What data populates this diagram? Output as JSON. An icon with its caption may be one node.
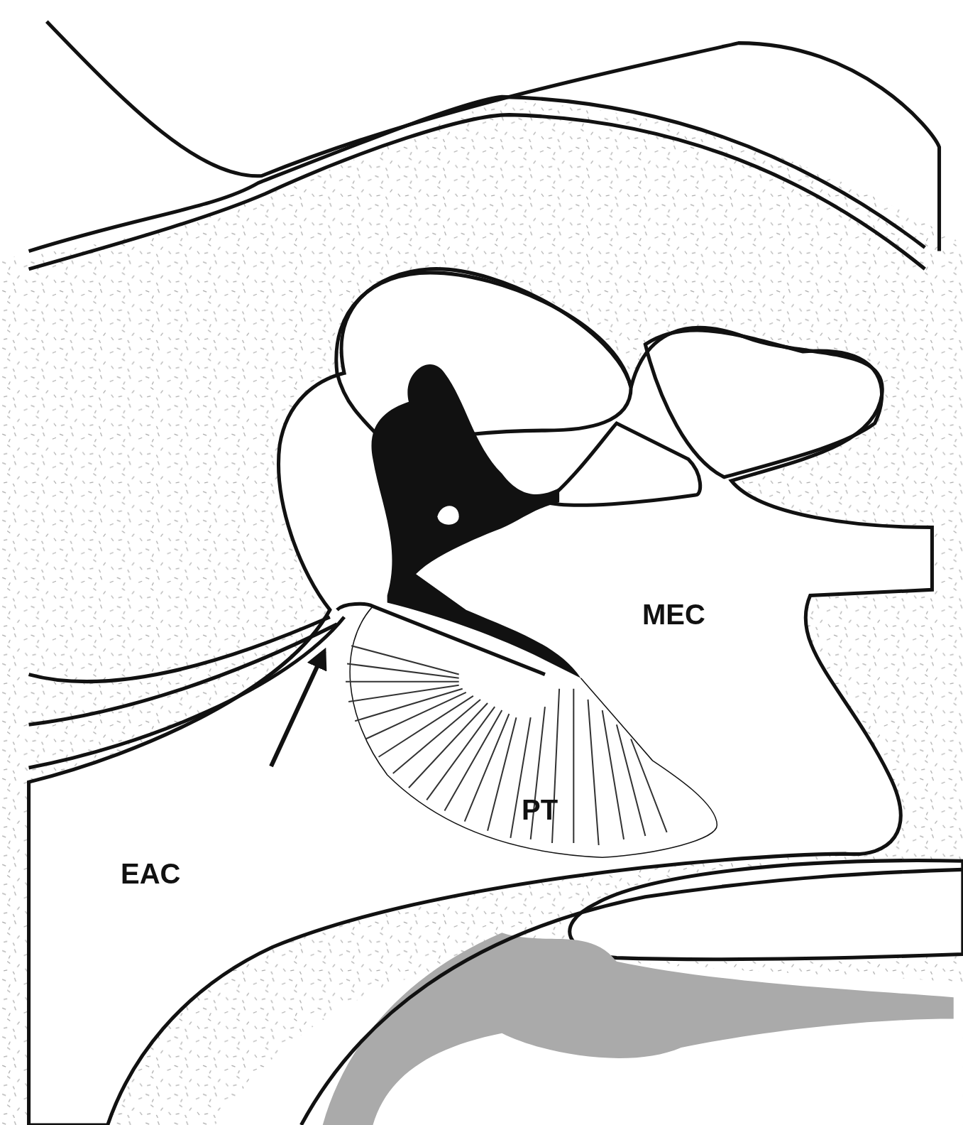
{
  "diagram": {
    "labels": [
      "MEC",
      "PT",
      "EAC"
    ]
  }
}
